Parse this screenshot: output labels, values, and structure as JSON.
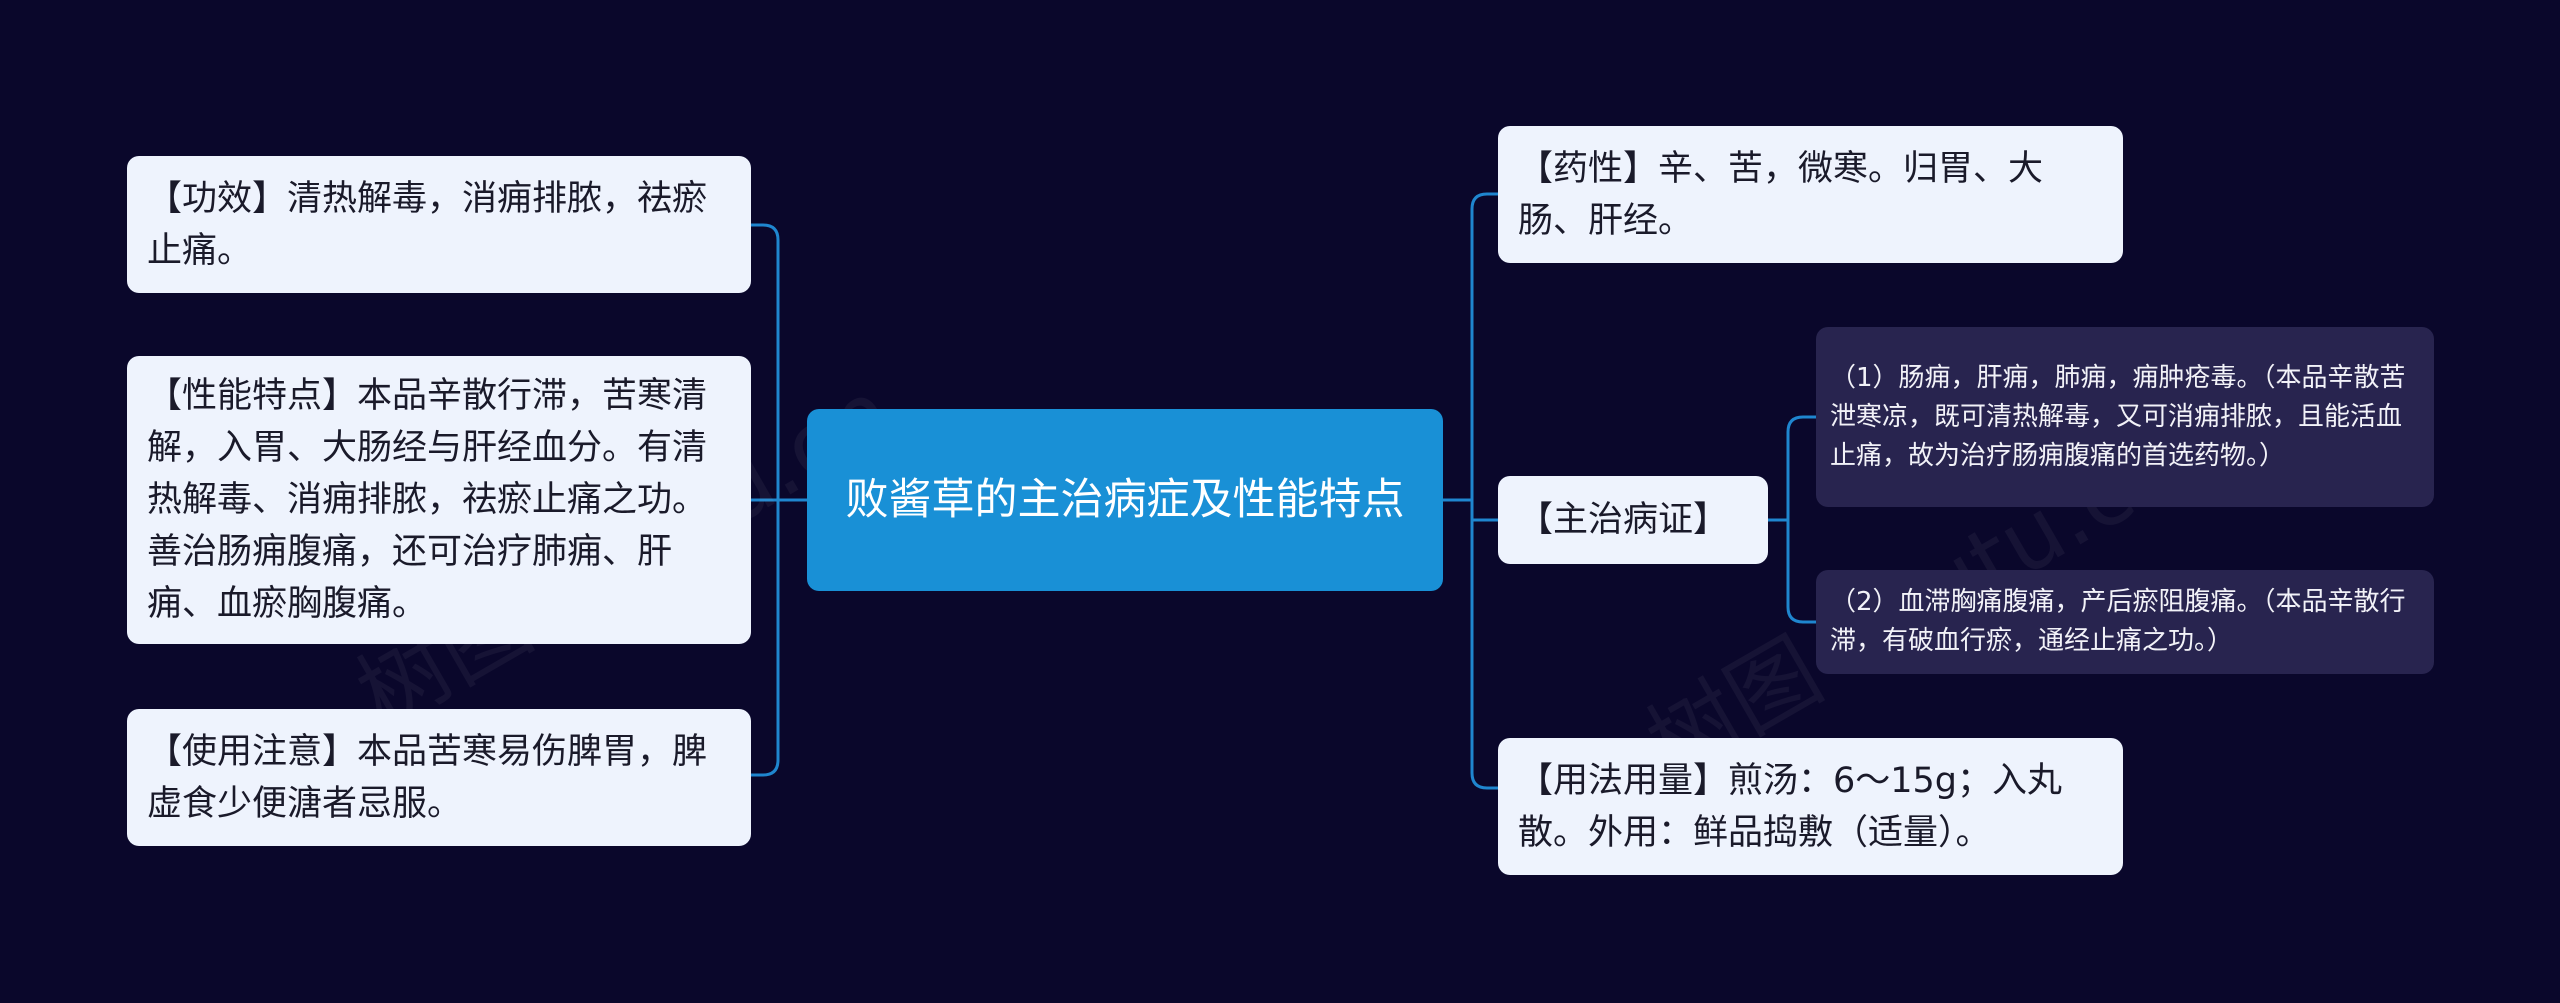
{
  "colors": {
    "background": "#0a072b",
    "connector": "#1f86cf",
    "center_node": "#1990d6",
    "light_node": "#eef3fd",
    "dark_node": "#28244f"
  },
  "center": {
    "label": "败酱草的主治病症及性能特点"
  },
  "left": [
    {
      "label": "【功效】清热解毒，消痈排脓，祛瘀止痛。"
    },
    {
      "label": "【性能特点】本品辛散行滞，苦寒清解，入胃、大肠经与肝经血分。有清热解毒、消痈排脓，祛瘀止痛之功。善治肠痈腹痛，还可治疗肺痈、肝痈、血瘀胸腹痛。"
    },
    {
      "label": "【使用注意】本品苦寒易伤脾胃，脾虚食少便溏者忌服。"
    }
  ],
  "right": [
    {
      "label": "【药性】辛、苦，微寒。归胃、大肠、肝经。"
    },
    {
      "label": "【主治病证】",
      "children": [
        {
          "label": "（1）肠痈，肝痈，肺痈，痈肿疮毒。（本品辛散苦泄寒凉，既可清热解毒，又可消痈排脓，且能活血止痛，故为治疗肠痈腹痛的首选药物。）"
        },
        {
          "label": "（2）血滞胸痛腹痛，产后瘀阻腹痛。（本品辛散行滞，有破血行瘀，通经止痛之功。）"
        }
      ]
    },
    {
      "label": "【用法用量】煎汤：6～15g；入丸散。外用：鲜品捣敷（适量）。"
    }
  ],
  "watermark": {
    "text": "树图 shutu.cn"
  }
}
